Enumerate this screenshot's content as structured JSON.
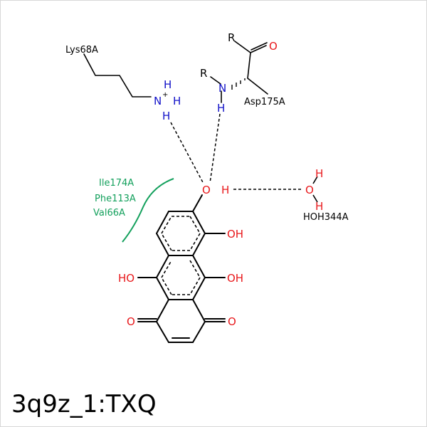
{
  "caption": "3q9z_1:TXQ",
  "colors": {
    "bond": "#000000",
    "oxygen": "#e8191c",
    "nitrogen": "#1212c8",
    "hydrophobic": "#13a05c"
  },
  "residues": {
    "lys": "Lys68A",
    "asp": "Asp175A",
    "water": "HOH344A",
    "hydrophobic": [
      "Ile174A",
      "Phe113A",
      "Val66A"
    ]
  },
  "atoms": {
    "R": "R",
    "O": "O",
    "N": "N",
    "H": "H",
    "plus": "+",
    "OH": "OH",
    "HO": "HO"
  }
}
